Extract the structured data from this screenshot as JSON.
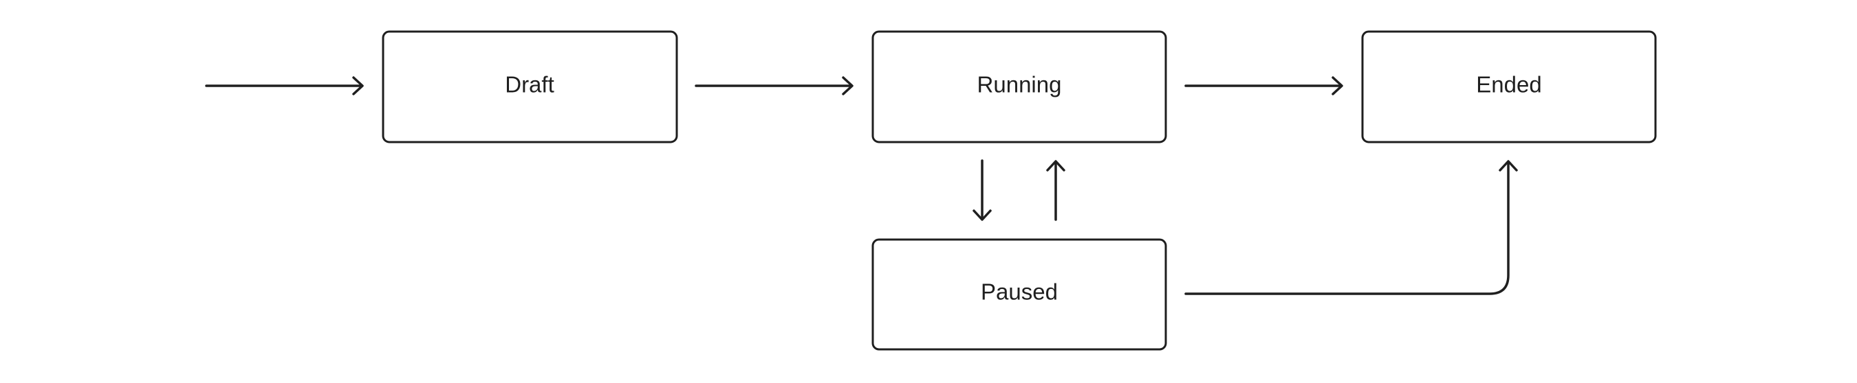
{
  "diagram": {
    "type": "state-flow",
    "nodes": {
      "draft": {
        "label": "Draft"
      },
      "running": {
        "label": "Running"
      },
      "ended": {
        "label": "Ended"
      },
      "paused": {
        "label": "Paused"
      }
    },
    "edges": [
      {
        "from": "",
        "to": "draft"
      },
      {
        "from": "draft",
        "to": "running"
      },
      {
        "from": "running",
        "to": "ended"
      },
      {
        "from": "running",
        "to": "paused"
      },
      {
        "from": "paused",
        "to": "running"
      },
      {
        "from": "paused",
        "to": "ended"
      }
    ],
    "colors": {
      "stroke": "#1f1f1f",
      "background": "#ffffff"
    }
  }
}
